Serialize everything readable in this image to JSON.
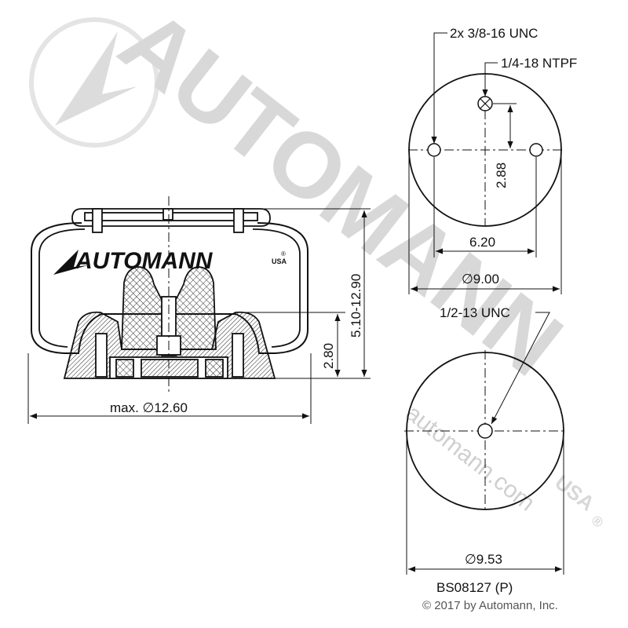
{
  "watermark": {
    "brand": "AUTOMANN",
    "suffix": "USA",
    "url": "automann.com",
    "registered": "®"
  },
  "side_view": {
    "label_brand": "AUTOMANN",
    "label_suffix": "USA",
    "label_registered": "®",
    "width_label": "max. ∅12.60",
    "height_label": "5.10-12.90",
    "base_height_label": "2.80"
  },
  "top_view": {
    "bolt_label": "2x 3/8-16 UNC",
    "port_label": "1/4-18 NTPF",
    "offset_label": "2.88",
    "spacing_label": "6.20",
    "diameter_label": "∅9.00"
  },
  "bottom_view": {
    "thread_label": "1/2-13 UNC",
    "diameter_label": "∅9.53"
  },
  "part_number": "BS08127 (P)",
  "copyright": "© 2017 by Automann, Inc."
}
